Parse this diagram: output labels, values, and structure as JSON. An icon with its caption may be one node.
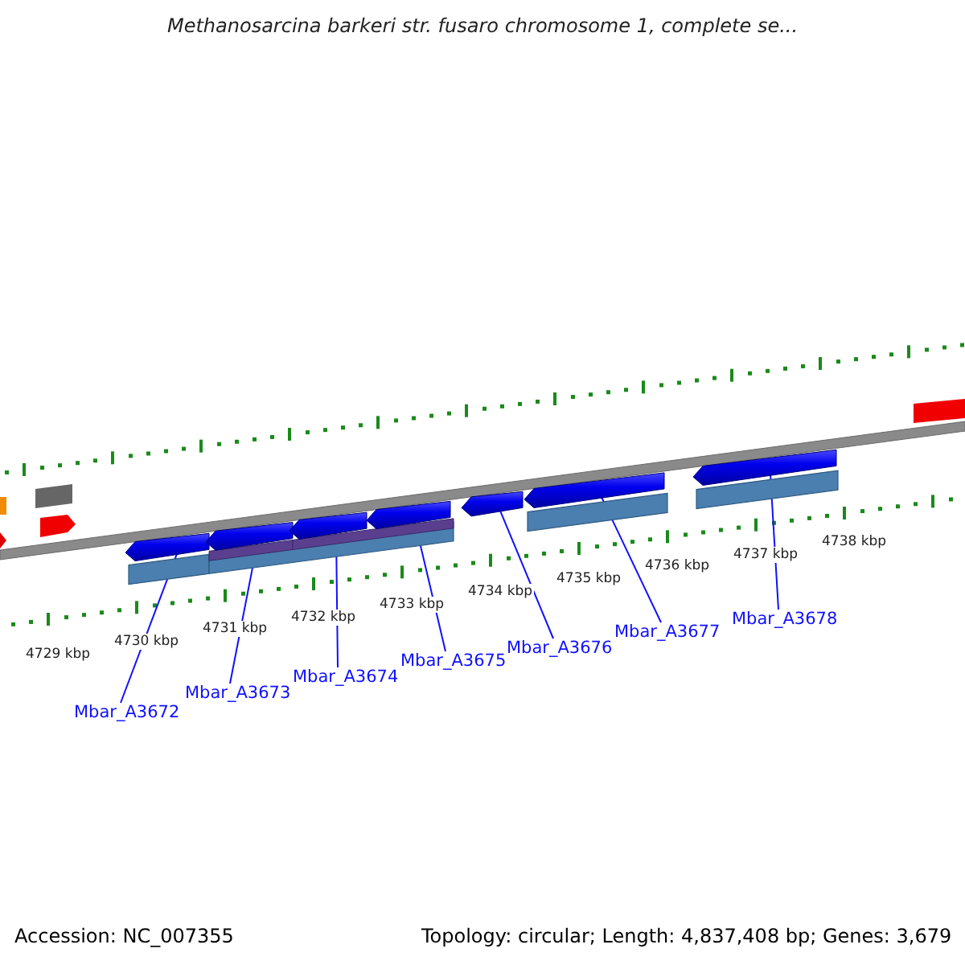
{
  "diagram": {
    "title": "Methanosarcina barkeri str. fusaro chromosome 1, complete se...",
    "nodes": [
      {
        "text": [
          "Mbar_A3672"
        ]
      },
      {
        "text": [
          "Mbar_A3673"
        ]
      },
      {
        "text": [
          "Mbar_A3674"
        ]
      },
      {
        "text": [
          "Mbar_A3675"
        ]
      },
      {
        "text": [
          "Mbar_A3676"
        ]
      },
      {
        "text": [
          "Mbar_A3677"
        ]
      },
      {
        "text": [
          "Mbar_A3678"
        ]
      },
      {
        "text": [],
        "shape": "bar"
      },
      {
        "text": [],
        "shape": "bar"
      },
      {
        "text": [],
        "shape": "bar"
      },
      {
        "text": [],
        "shape": "bar"
      },
      {
        "text": [],
        "shape": "bar"
      },
      {
        "text": [],
        "shape": "bar"
      },
      {
        "text": [],
        "shape": "bar"
      }
    ],
    "edges": [
      {
        "from": 0,
        "to": 7,
        "arrow": "none"
      },
      {
        "from": 1,
        "to": 8,
        "arrow": "none"
      },
      {
        "from": 2,
        "to": 9,
        "arrow": "none"
      },
      {
        "from": 3,
        "to": 10,
        "arrow": "none"
      },
      {
        "from": 4,
        "to": 11,
        "arrow": "none"
      },
      {
        "from": 5,
        "to": 12,
        "arrow": "none"
      },
      {
        "from": 6,
        "to": 13,
        "arrow": "none"
      }
    ],
    "labels": [
      "4729 kbp",
      "4730 kbp",
      "4731 kbp",
      "4732 kbp",
      "4733 kbp",
      "4734 kbp",
      "4735 kbp",
      "4736 kbp",
      "4737 kbp",
      "4738 kbp",
      "Accession: NC_007355",
      "Topology: circular; Length: 4,837,408 bp; Genes: 3,679"
    ]
  }
}
